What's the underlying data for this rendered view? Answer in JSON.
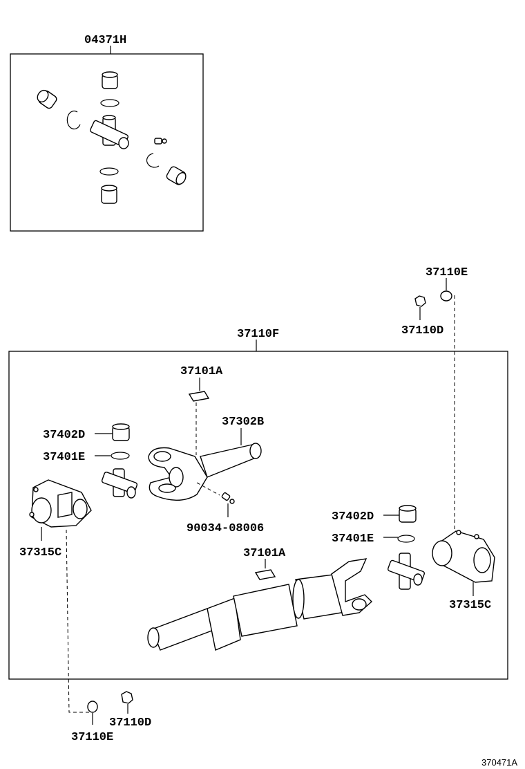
{
  "diagram_id": "370471A",
  "labels": {
    "kit_04371H": "04371H",
    "p37110E_top": "37110E",
    "p37110D_top": "37110D",
    "p37110F": "37110F",
    "p37101A_top": "37101A",
    "p37302B": "37302B",
    "p37402D_left": "37402D",
    "p37401E_left": "37401E",
    "p37315C_left": "37315C",
    "p90034": "90034-08006",
    "p37402D_right": "37402D",
    "p37401E_right": "37401E",
    "p37101A_bottom": "37101A",
    "p37315C_right": "37315C",
    "p37110D_bottom": "37110D",
    "p37110E_bottom": "37110E"
  }
}
